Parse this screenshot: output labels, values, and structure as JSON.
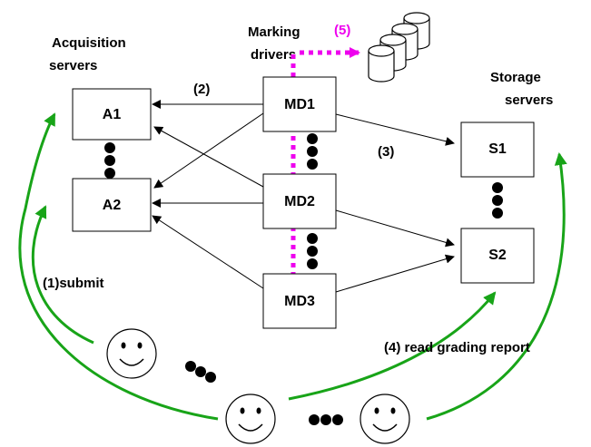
{
  "labels": {
    "acquisition_1": "Acquisition",
    "acquisition_2": "servers",
    "marking_1": "Marking",
    "marking_2": "drivers",
    "storage_1": "Storage",
    "storage_2": "servers",
    "step1": "(1)submit",
    "step2": "(2)",
    "step3": "(3)",
    "step4": "(4) read grading report",
    "step5": "(5)"
  },
  "nodes": {
    "a1": "A1",
    "a2": "A2",
    "md1": "MD1",
    "md2": "MD2",
    "md3": "MD3",
    "s1": "S1",
    "s2": "S2"
  },
  "colors": {
    "green": "#18a418",
    "magenta": "#ee00ee",
    "black": "#000000"
  }
}
